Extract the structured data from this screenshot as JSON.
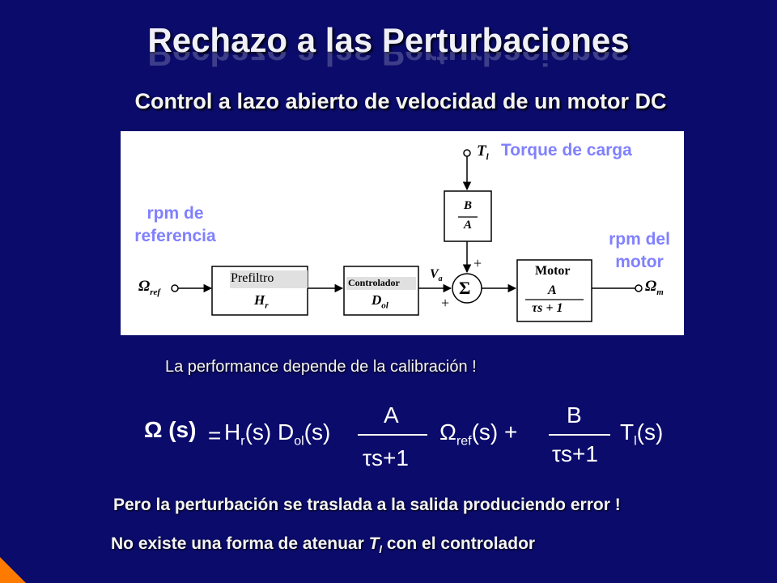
{
  "slide": {
    "title": "Rechazo a las Perturbaciones",
    "subtitle": "Control a lazo abierto de velocidad de un motor DC"
  },
  "diagram": {
    "labels": {
      "torque": "Torque de carga",
      "ref_line1": "rpm de",
      "ref_line2": "referencia",
      "motor_line1": "rpm del",
      "motor_line2": "motor"
    },
    "signals": {
      "omega_ref": "Ω",
      "omega_ref_sub": "ref",
      "omega_m": "Ω",
      "omega_m_sub": "m",
      "tl": "T",
      "tl_sub": "l",
      "va": "V",
      "va_sub": "a",
      "plus_top": "+",
      "plus_left": "+",
      "sum": "Σ"
    },
    "blocks": {
      "prefiltro_label": "Prefiltro",
      "prefiltro_tf": "H",
      "prefiltro_tf_sub": "r",
      "controlador_label": "Controlador",
      "controlador_tf": "D",
      "controlador_tf_sub": "ol",
      "disturbance_num": "B",
      "disturbance_den": "A",
      "motor_label": "Motor",
      "motor_num": "A",
      "motor_den": "τs + 1"
    },
    "colors": {
      "label": "#8080ff",
      "block_fill": "#ffffff",
      "prefiltro_fill": "#e0e0e0",
      "line": "#000000"
    }
  },
  "text": {
    "performance": "La performance depende de la calibración !",
    "perturbation": "Pero la perturbación se traslada a la salida produciendo error !",
    "no_attenuate_pre": "No existe una forma de atenuar ",
    "no_attenuate_T": "T",
    "no_attenuate_sub": "l",
    "no_attenuate_post": " con el controlador"
  },
  "equation": {
    "omega": "Ω",
    "s_arg": " (s)",
    "equals": "=",
    "hr": "H",
    "hr_sub": "r",
    "hr_arg": "(s) D",
    "dol_sub": "ol",
    "dol_arg": "(s)",
    "frac1_num": "A",
    "frac1_den": "τs+1",
    "omega_ref": "Ω",
    "omega_ref_sub": "ref",
    "omega_ref_arg": "(s) +",
    "frac2_num": "B",
    "frac2_den": "τs+1",
    "tl": "T",
    "tl_sub": "l",
    "tl_arg": "(s)"
  }
}
